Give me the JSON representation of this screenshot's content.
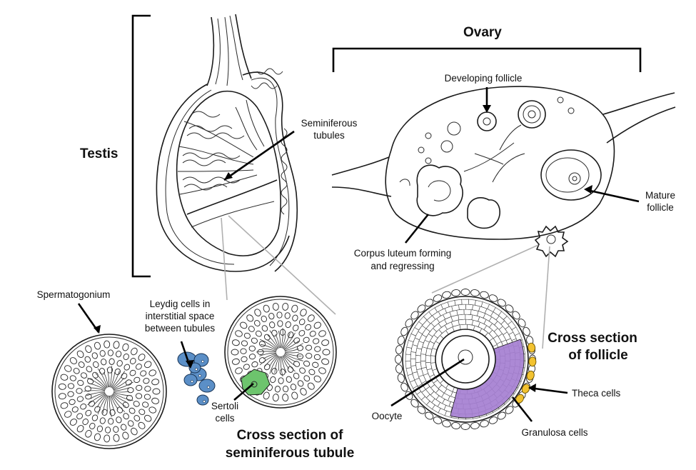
{
  "headings": {
    "testis": "Testis",
    "ovary": "Ovary",
    "cross_section_follicle": [
      "Cross section",
      "of follicle"
    ],
    "cross_section_tubule": [
      "Cross section of",
      "seminiferous tubule"
    ]
  },
  "labels": {
    "seminiferous_tubules": [
      "Seminiferous",
      "tubules"
    ],
    "developing_follicle": "Developing follicle",
    "mature_follicle": [
      "Mature",
      "follicle"
    ],
    "corpus_luteum": [
      "Corpus luteum forming",
      "and regressing"
    ],
    "spermatogonium": "Spermatogonium",
    "leydig_cells": [
      "Leydig cells in",
      "interstitial space",
      "between tubules"
    ],
    "sertoli_cells": [
      "Sertoli",
      "cells"
    ],
    "oocyte": "Oocyte",
    "theca_cells": "Theca cells",
    "granulosa_cells": "Granulosa cells"
  },
  "colors": {
    "leydig": "#5b8fc7",
    "sertoli": "#6dc46d",
    "granulosa": "#a57fd1",
    "theca": "#f2c230"
  }
}
